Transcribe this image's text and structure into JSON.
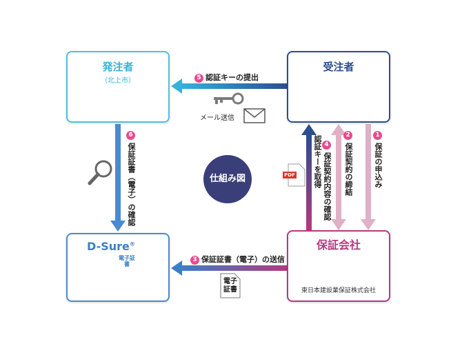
{
  "nodes": {
    "orderer": {
      "title": "発注者",
      "subtitle": "（北上市）"
    },
    "contractor": {
      "title": "受注者"
    },
    "dsure": {
      "title": "D-Sure",
      "mark": "®",
      "doc_label": "電子証書"
    },
    "guarantor": {
      "title": "保証会社",
      "company": "東日本建設業保証株式会社"
    }
  },
  "center": {
    "label": "仕組み図"
  },
  "steps": {
    "s1": {
      "num": "1",
      "label": "保証の申込み"
    },
    "s2": {
      "num": "2",
      "label": "保証契約の締結"
    },
    "s3": {
      "num": "3",
      "label": "保証証書（電子）の送信"
    },
    "s4": {
      "num": "4",
      "label": "保証契約内容の確認\n認証キーを取得"
    },
    "s5": {
      "num": "5",
      "label": "認証キーの提出"
    },
    "s6": {
      "num": "6",
      "label": "保証証書（電子）の確認"
    }
  },
  "icons": {
    "mail_label": "メール送信",
    "pdf_label": "PDF",
    "doc_label": "電子\n証書"
  },
  "colors": {
    "orderer": "#36b2da",
    "contractor": "#2a4e8e",
    "guarantor": "#b33a80",
    "dsure": "#3b7fc6",
    "step_badge": "#e84a8d",
    "center": "#3a3f7a"
  }
}
